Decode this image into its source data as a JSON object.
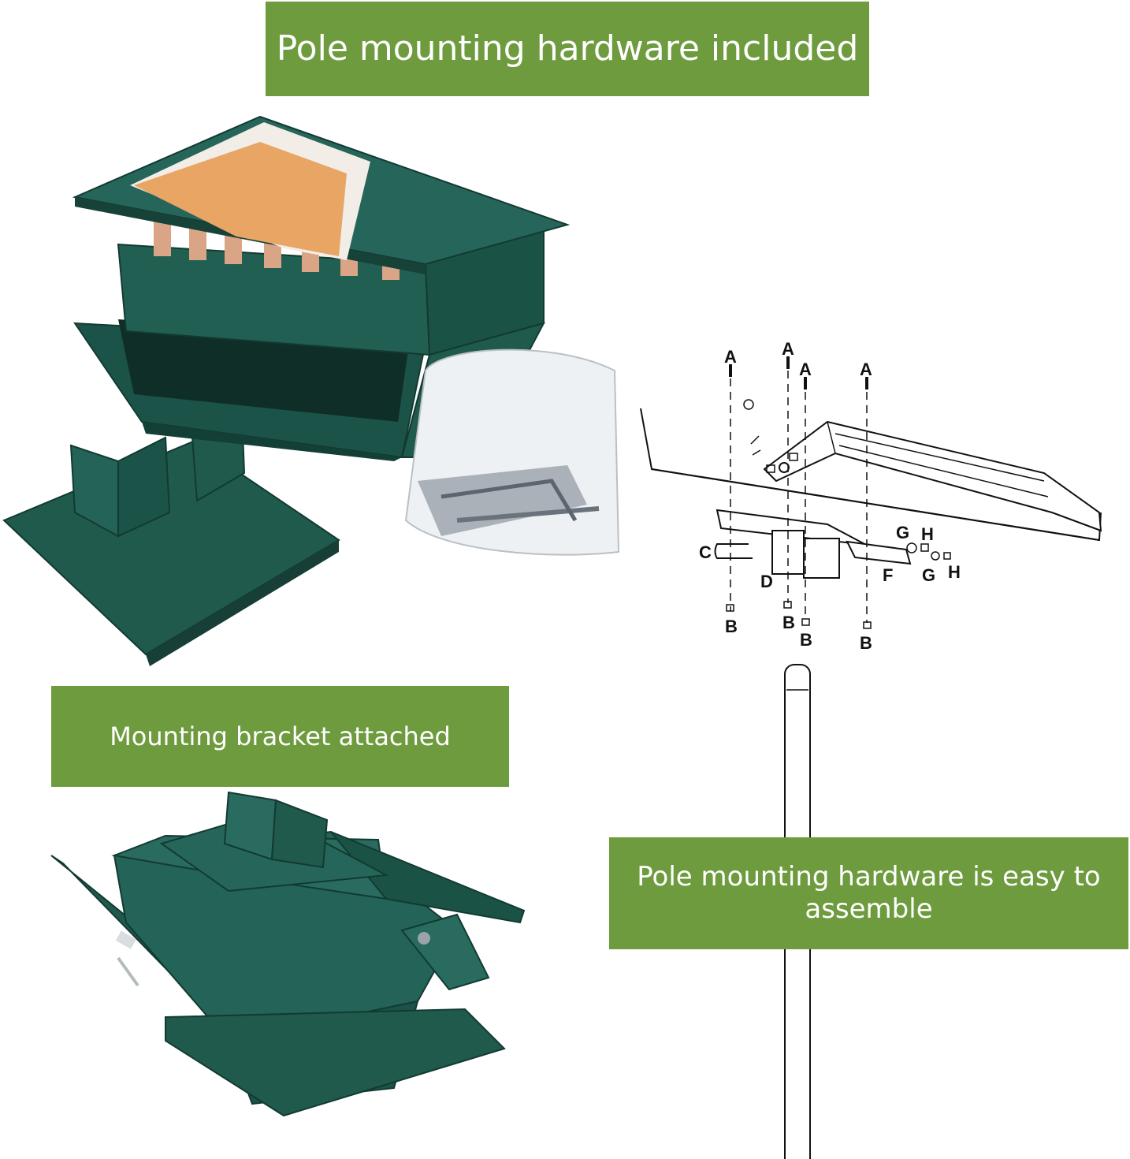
{
  "banners": {
    "top": "Pole mounting hardware included",
    "middle": "Mounting bracket attached",
    "right": "Pole mounting hardware is easy to assemble"
  },
  "diagram": {
    "labels": {
      "a": "A",
      "b": "B",
      "c": "C",
      "d": "D",
      "f": "F",
      "g": "G",
      "h": "H"
    }
  },
  "colors": {
    "banner": "#6d9b3d",
    "feeder_green": "#1f5a4d",
    "label_orange": "#e8a564"
  }
}
